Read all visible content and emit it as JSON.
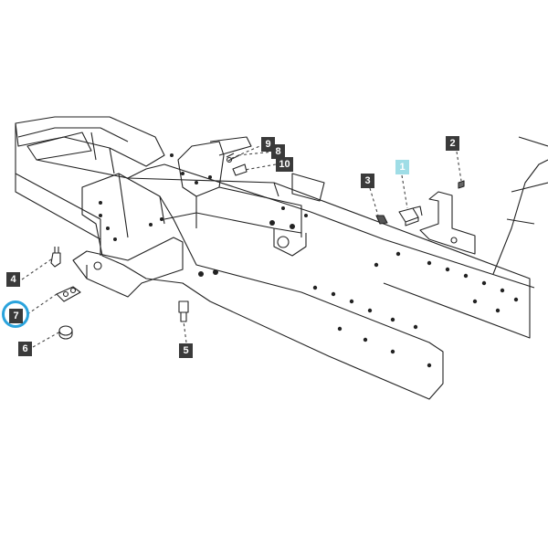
{
  "callouts": {
    "c1": "1",
    "c2": "2",
    "c3": "3",
    "c4": "4",
    "c5": "5",
    "c6": "6",
    "c7": "7",
    "c8": "8",
    "c9": "9",
    "c10": "10"
  },
  "highlight": {
    "callout": "1",
    "circled": "7",
    "callout_color": "#9fdde6",
    "circle_color": "#2aa3dc"
  }
}
